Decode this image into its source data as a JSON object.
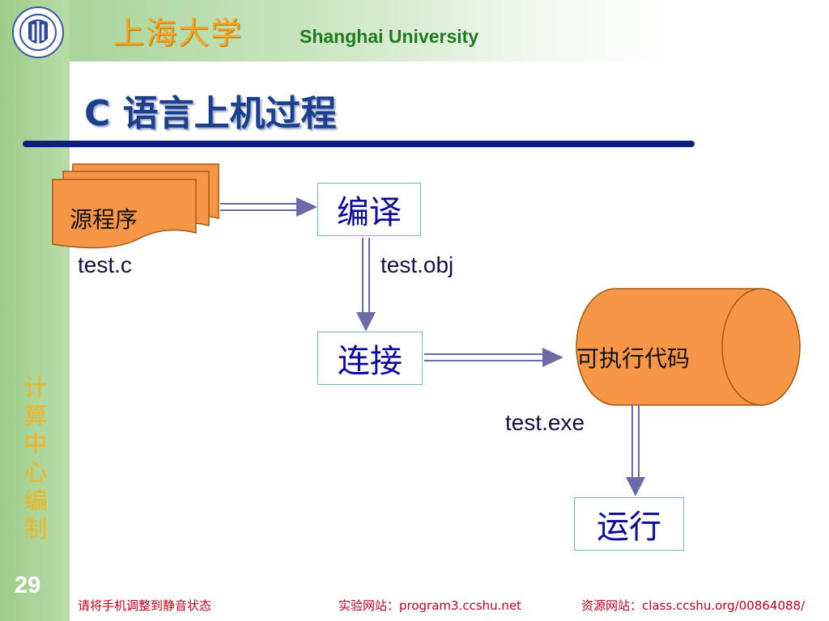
{
  "header": {
    "university_cn": "上海大学",
    "university_en": "Shanghai University",
    "logo_icon": "university-seal-icon"
  },
  "slide": {
    "title": "C 语言上机过程",
    "page_number": "29",
    "side_text": [
      "计",
      "算",
      "中",
      "心",
      "编",
      "制"
    ]
  },
  "diagram": {
    "source": "源程序",
    "compile": "编译",
    "link": "连接",
    "executable": "可执行代码",
    "run": "运行",
    "file_c": "test.c",
    "file_obj": "test.obj",
    "file_exe": "test.exe"
  },
  "footer": {
    "left": "请将手机调整到静音状态",
    "middle": "实验网站：program3.ccshu.net",
    "right": "资源网站：class.ccshu.org/00864088/"
  },
  "colors": {
    "accent_orange": "#f79646",
    "title_blue": "#1b3f8c",
    "arrow_purple": "#6b6ba8",
    "sidebar_green": "#9ccc8a",
    "footer_red": "#c0001a"
  }
}
